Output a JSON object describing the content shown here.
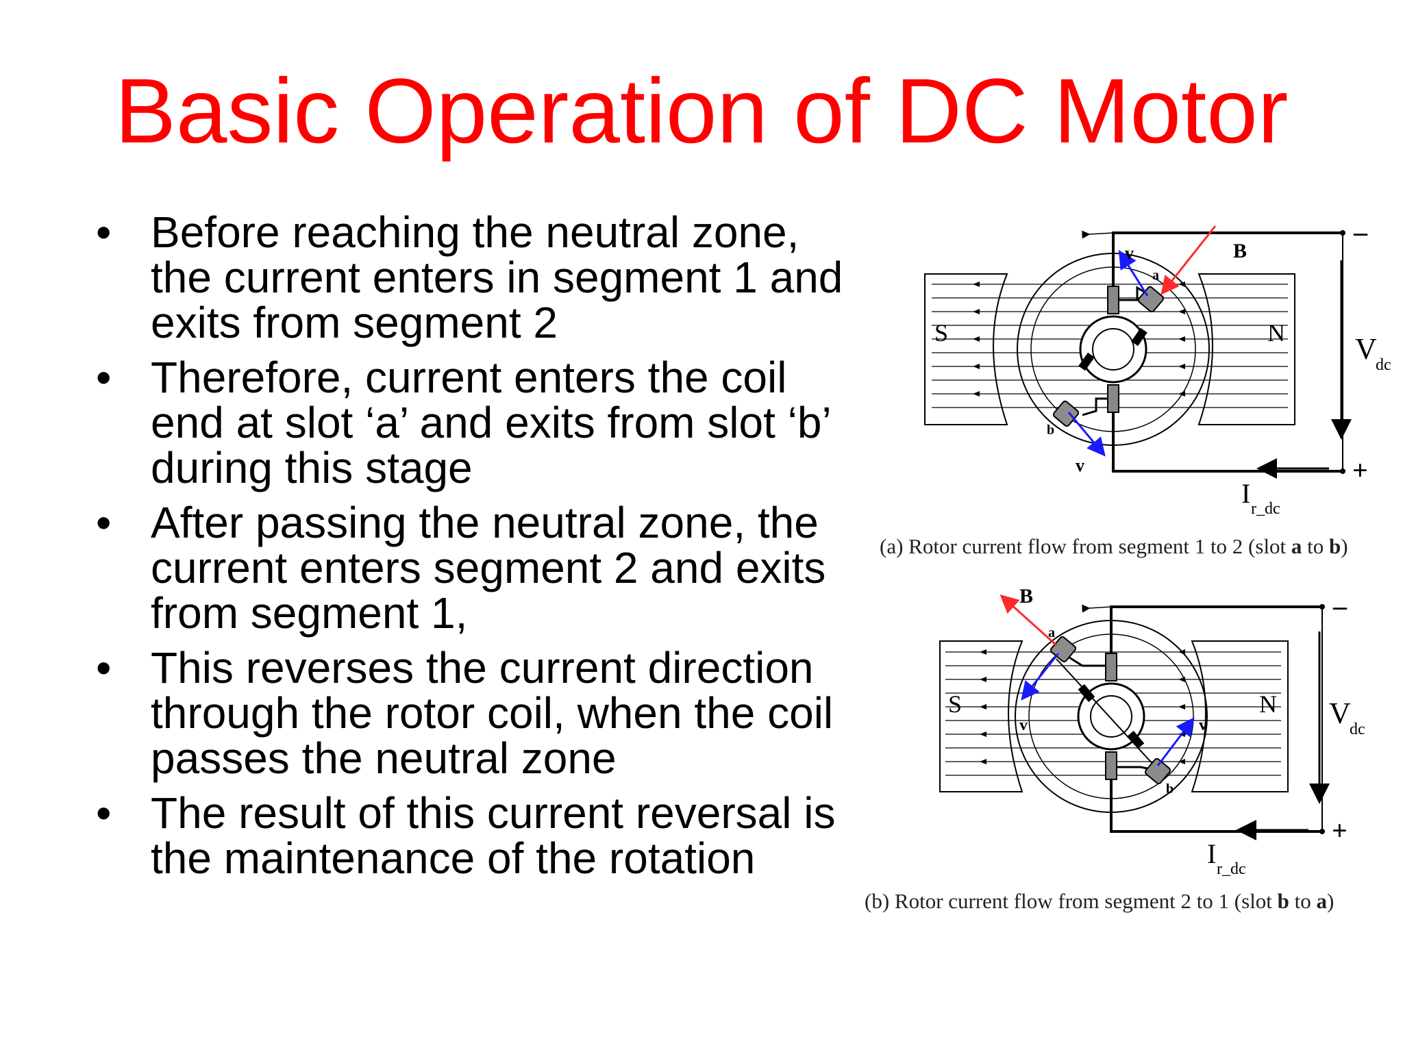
{
  "title": "Basic Operation of DC Motor",
  "bullets": [
    "Before reaching the neutral zone, the current enters in segment 1 and exits from segment 2",
    "Therefore, current enters the coil end at slot ‘a’ and exits from slot ‘b’ during this stage",
    "After passing the neutral zone, the current enters segment 2 and exits from segment 1,",
    "This reverses the current direction through the rotor coil, when the coil passes the neutral zone",
    "The result of this current reversal is the maintenance of the rotation"
  ],
  "figure_a": {
    "label_s": "S",
    "label_n": "N",
    "label_b": "B",
    "label_v_top": "v",
    "label_v_bottom": "v",
    "label_slot_a": "a",
    "label_slot_b": "b",
    "label_minus": "–",
    "label_plus": "+",
    "label_vdc": "V",
    "label_vdc_sub": "dc",
    "label_idc": "I",
    "label_idc_sub": "r_dc",
    "caption_prefix": "(a)",
    "caption_text": "Rotor current flow from segment 1 to 2 (slot ",
    "caption_a": "a",
    "caption_to": " to ",
    "caption_b": "b",
    "caption_end": ")"
  },
  "figure_b": {
    "label_s": "S",
    "label_n": "N",
    "label_b": "B",
    "label_v_left": "v",
    "label_v_right": "v",
    "label_slot_a": "a",
    "label_slot_b": "b",
    "label_minus": "–",
    "label_plus": "+",
    "label_vdc": "V",
    "label_vdc_sub": "dc",
    "label_idc": "I",
    "label_idc_sub": "r_dc",
    "caption_prefix": "(b)",
    "caption_text": "Rotor current flow from segment 2 to 1 (slot ",
    "caption_a": "b",
    "caption_to": " to ",
    "caption_b": "a",
    "caption_end": ")"
  },
  "colors": {
    "title": "#ff0000",
    "field_b": "#ff2a2a",
    "velocity": "#1a1aff",
    "slot_fill": "#8c8c8c"
  }
}
